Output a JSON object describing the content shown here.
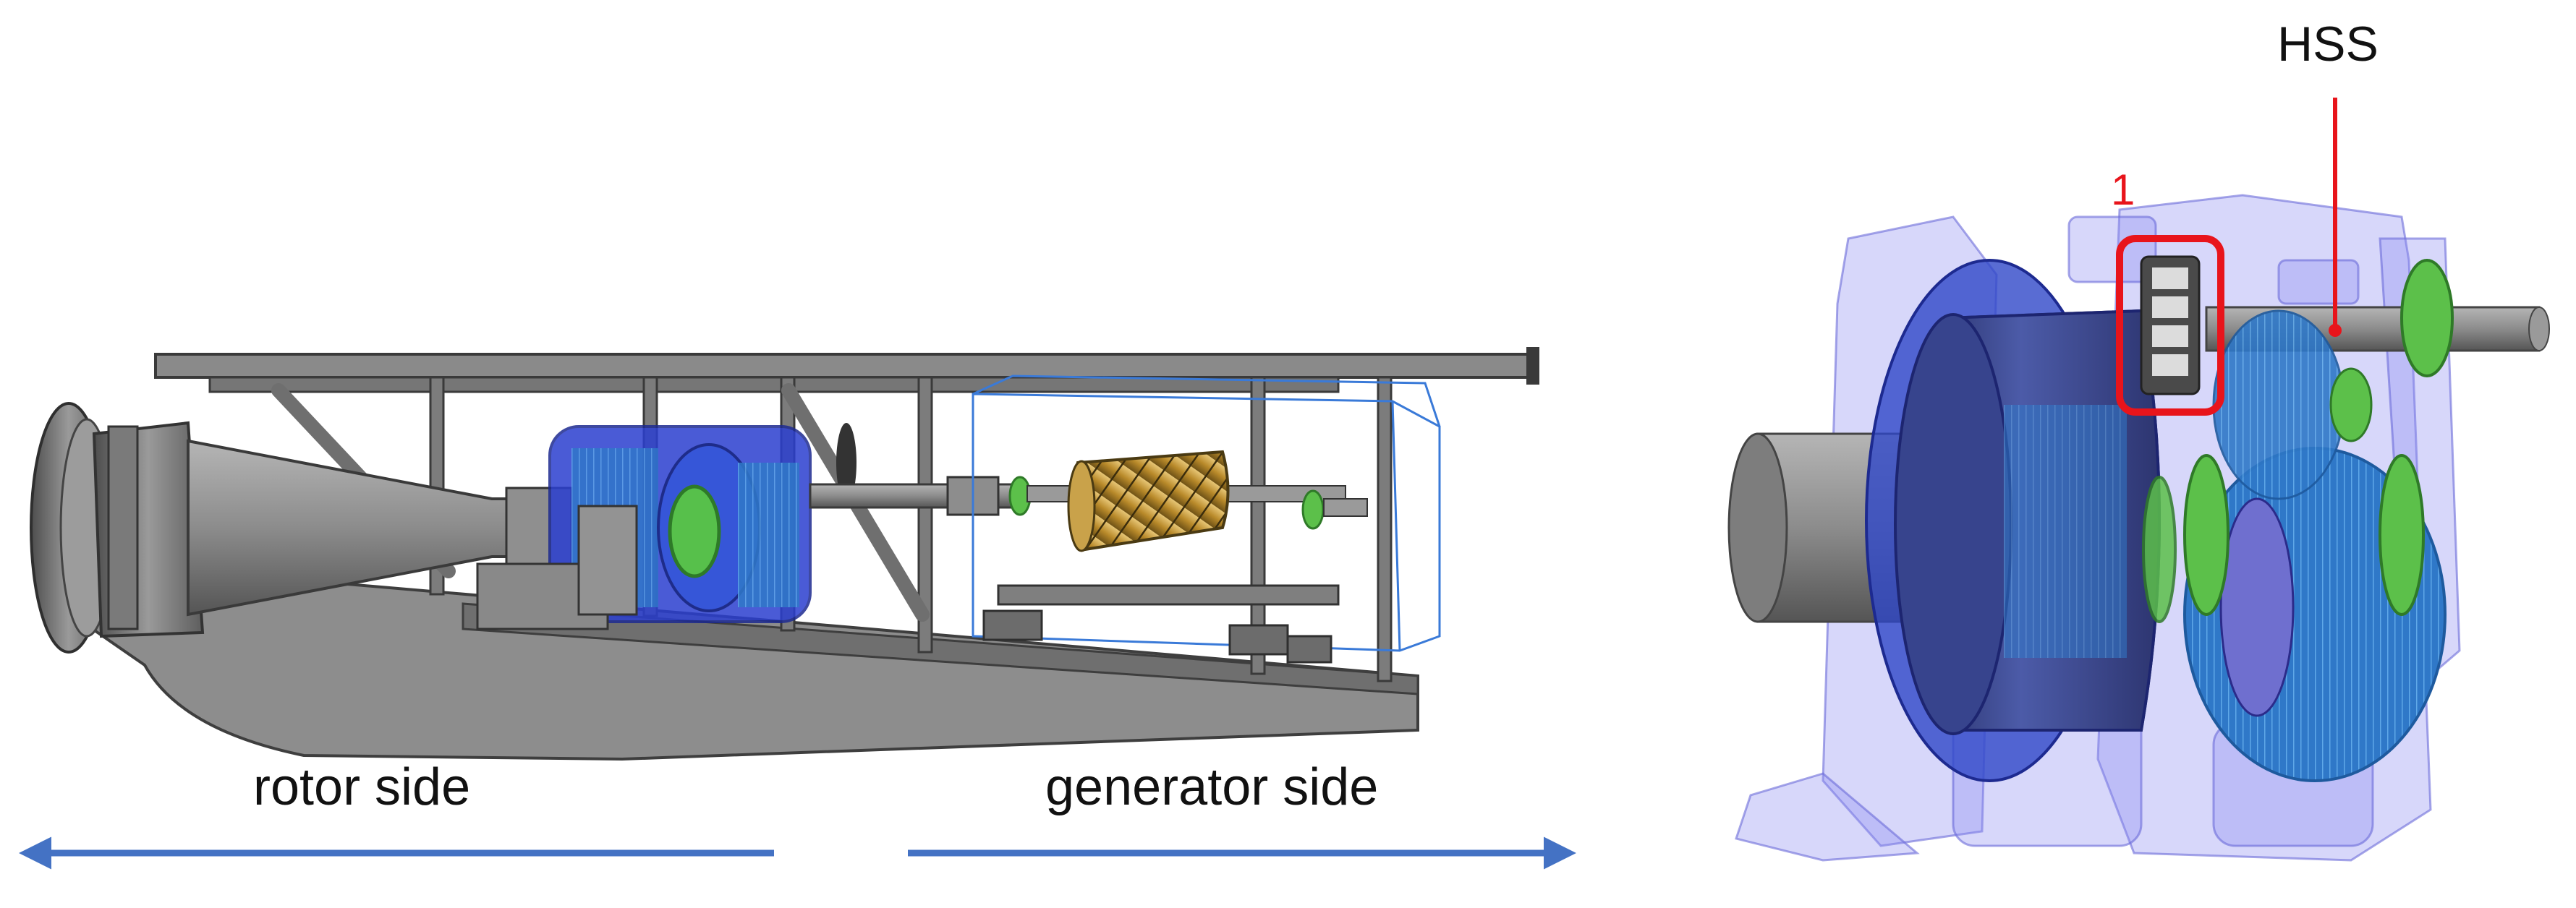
{
  "labels": {
    "rotor_side": "rotor side",
    "generator_side": "generator side",
    "hss": "HSS",
    "callout_number": "1"
  },
  "colors": {
    "arrow_blue": "#4472c4",
    "callout_red": "#e8141b",
    "housing_gray": "#8a8a8a",
    "frame_gray": "#7a7a7a",
    "gear_blue": "#2b52d9",
    "translucent_blue": "#8c8cf0",
    "bearing_green": "#5cc04a",
    "rotor_gold": "#c99a2e"
  }
}
